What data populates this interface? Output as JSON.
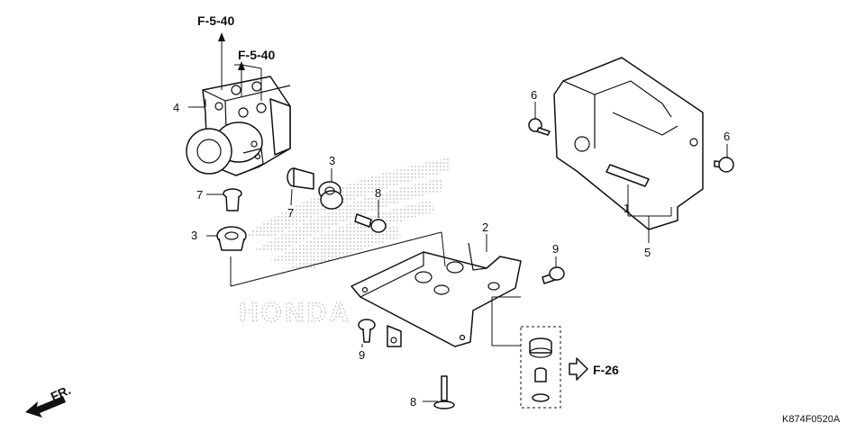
{
  "diagram": {
    "callouts": {
      "c1": "1",
      "c2": "2",
      "c3a": "3",
      "c3b": "3",
      "c4": "4",
      "c5": "5",
      "c6a": "6",
      "c6b": "6",
      "c7a": "7",
      "c7b": "7",
      "c8a": "8",
      "c8b": "8",
      "c9a": "9",
      "c9b": "9"
    },
    "references": {
      "ref_top": "F-5-40",
      "ref_mid": "F-5-40",
      "ref_f26": "F-26"
    },
    "direction_label": "FR.",
    "drawing_code": "K874F0520A",
    "watermark_text": "HONDA"
  }
}
